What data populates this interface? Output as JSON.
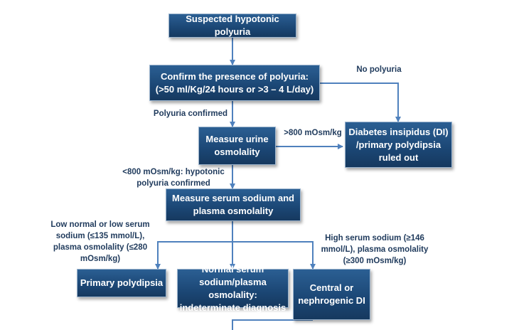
{
  "colors": {
    "box_fill": "#1f4e7d",
    "line": "#4f81bd",
    "label_text": "#1f3a5c",
    "box_text": "#ffffff"
  },
  "nodes": {
    "start": [
      "Suspected hypotonic polyuria"
    ],
    "confirm": [
      "Confirm the presence of polyuria:",
      "(>50 ml/Kg/24 hours or >3 – 4 L/day)"
    ],
    "urine": [
      "Measure urine",
      "osmolality"
    ],
    "di_ruled_out": [
      "Diabetes insipidus (DI)",
      "/primary polydipsia",
      "ruled out"
    ],
    "serum": [
      "Measure serum sodium and",
      "plasma osmolality"
    ],
    "primary": [
      "Primary polydipsia"
    ],
    "normal": [
      "Normal serum",
      "sodium/plasma osmolality:",
      "indeterminate diagnosis"
    ],
    "central": [
      "Central or",
      "nephrogenic DI"
    ]
  },
  "labels": {
    "no_polyuria": [
      "No polyuria"
    ],
    "polyuria_confirmed": [
      "Polyuria confirmed"
    ],
    "gt800": [
      ">800 mOsm/kg"
    ],
    "lt800": [
      "<800 mOsm/kg: hypotonic",
      "polyuria confirmed"
    ],
    "low": [
      "Low normal or low serum",
      "sodium (≤135 mmol/L),",
      "plasma osmolality (≤280",
      "mOsm/kg)"
    ],
    "high": [
      "High serum sodium (≥146",
      "mmol/L), plasma osmolality",
      "(≥300 mOsm/kg)"
    ]
  }
}
